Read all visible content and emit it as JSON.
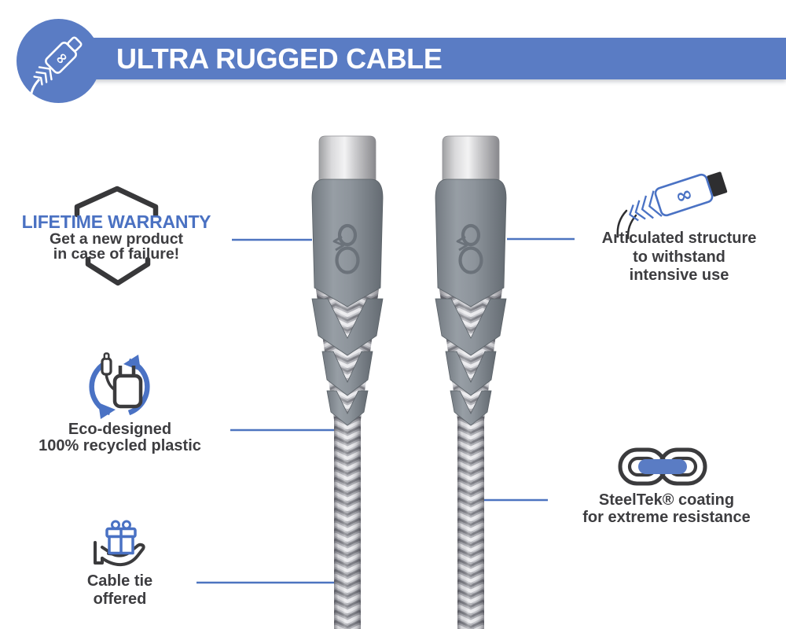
{
  "banner": {
    "title": "ULTRA RUGGED CABLE"
  },
  "features": {
    "warranty": {
      "title": "LIFETIME WARRANTY",
      "line1": "Get a new product",
      "line2": "in case of failure!"
    },
    "eco": {
      "line1": "Eco-designed",
      "line2": "100% recycled plastic"
    },
    "gift": {
      "line1": "Cable tie",
      "line2": "offered"
    },
    "articulated": {
      "line1": "Articulated structure",
      "line2": "to withstand",
      "line3": "intensive use"
    },
    "steeltek": {
      "line1": "SteelTek® coating",
      "line2": "for extreme resistance"
    }
  },
  "colors": {
    "accent_blue": "#5a7cc4",
    "line_blue": "#4d74c0",
    "icon_blue": "#4a72c4",
    "text_dark": "#3d3d40",
    "connector_gray": "#8d949b"
  },
  "icons": {
    "badge": "cable-connector-badge-icon",
    "warranty": "shield-icon",
    "eco": "recycle-arrows-charger-icon",
    "gift": "gift-in-hand-icon",
    "articulated": "bent-connector-icon",
    "steeltek": "chain-links-icon"
  }
}
